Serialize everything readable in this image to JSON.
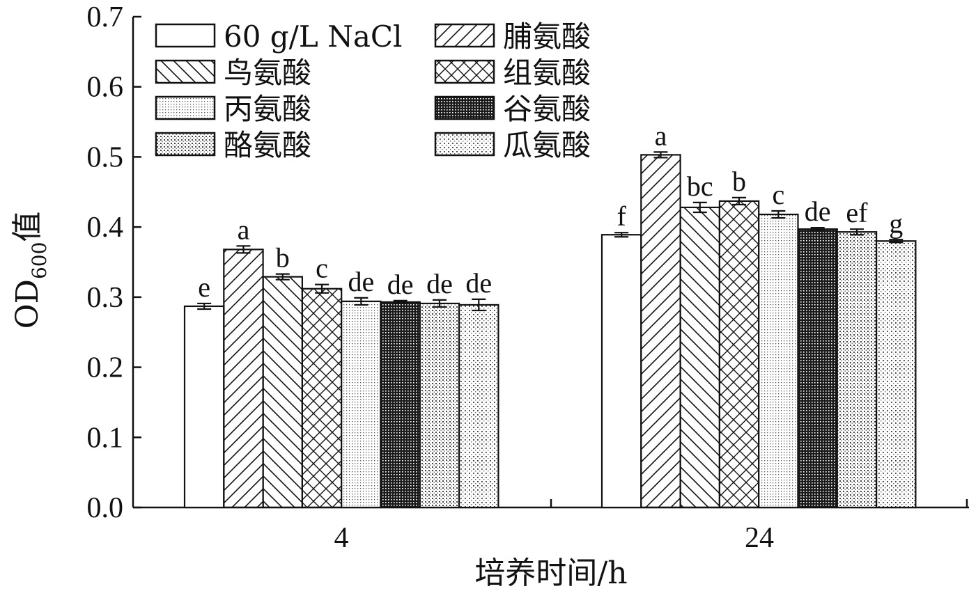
{
  "chart_data": {
    "type": "bar",
    "title": "",
    "xlabel": "培养时间/h",
    "ylabel": {
      "main": "OD",
      "sub": "600",
      "suffix": "值"
    },
    "ylim": [
      0,
      0.7
    ],
    "yticks": [
      "0.0",
      "0.1",
      "0.2",
      "0.3",
      "0.4",
      "0.5",
      "0.6",
      "0.7"
    ],
    "grid": false,
    "legend_position": "top-left",
    "categories": [
      "4",
      "24"
    ],
    "series": [
      {
        "name": "60 g/L NaCl",
        "pattern": "none",
        "values": [
          0.287,
          0.389
        ],
        "errors": [
          0.004,
          0.003
        ],
        "labels": [
          "e",
          "f"
        ]
      },
      {
        "name": "脯氨酸",
        "pattern": "diag-right",
        "values": [
          0.368,
          0.503
        ],
        "errors": [
          0.005,
          0.004
        ],
        "labels": [
          "a",
          "a"
        ]
      },
      {
        "name": "鸟氨酸",
        "pattern": "diag-left",
        "values": [
          0.329,
          0.428
        ],
        "errors": [
          0.004,
          0.007
        ],
        "labels": [
          "b",
          "bc"
        ]
      },
      {
        "name": "组氨酸",
        "pattern": "crosshatch",
        "values": [
          0.312,
          0.437
        ],
        "errors": [
          0.006,
          0.005
        ],
        "labels": [
          "c",
          "b"
        ]
      },
      {
        "name": "丙氨酸",
        "pattern": "fine-dots",
        "values": [
          0.294,
          0.418
        ],
        "errors": [
          0.005,
          0.005
        ],
        "labels": [
          "de",
          "c"
        ]
      },
      {
        "name": "谷氨酸",
        "pattern": "dense-dots",
        "values": [
          0.293,
          0.397
        ],
        "errors": [
          0.002,
          0.002
        ],
        "labels": [
          "de",
          "de"
        ]
      },
      {
        "name": "酪氨酸",
        "pattern": "small-grid",
        "values": [
          0.291,
          0.393
        ],
        "errors": [
          0.005,
          0.004
        ],
        "labels": [
          "de",
          "ef"
        ]
      },
      {
        "name": "瓜氨酸",
        "pattern": "sparse-dots",
        "values": [
          0.289,
          0.38
        ],
        "errors": [
          0.008,
          0.002
        ],
        "labels": [
          "de",
          "g"
        ]
      }
    ],
    "legend_order": [
      [
        "60 g/L NaCl",
        "脯氨酸"
      ],
      [
        "鸟氨酸",
        "组氨酸"
      ],
      [
        "丙氨酸",
        "谷氨酸"
      ],
      [
        "酪氨酸",
        "瓜氨酸"
      ]
    ]
  }
}
